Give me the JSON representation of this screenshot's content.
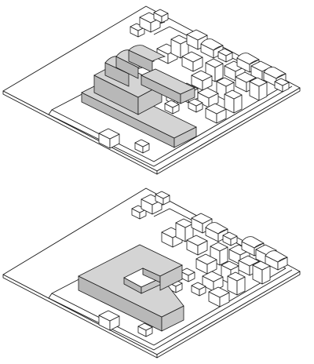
{
  "colors": {
    "background": "#ffffff",
    "line": "#1a1a1a",
    "building_fill": "#ffffff",
    "proposed_top": "#d4d4d4",
    "proposed_left": "#b8b8b8",
    "proposed_right": "#c6c6c6"
  },
  "panels": [
    {
      "id": "top",
      "variant": "stepped-blocks"
    },
    {
      "id": "bottom",
      "variant": "u-shaped-volume"
    }
  ]
}
